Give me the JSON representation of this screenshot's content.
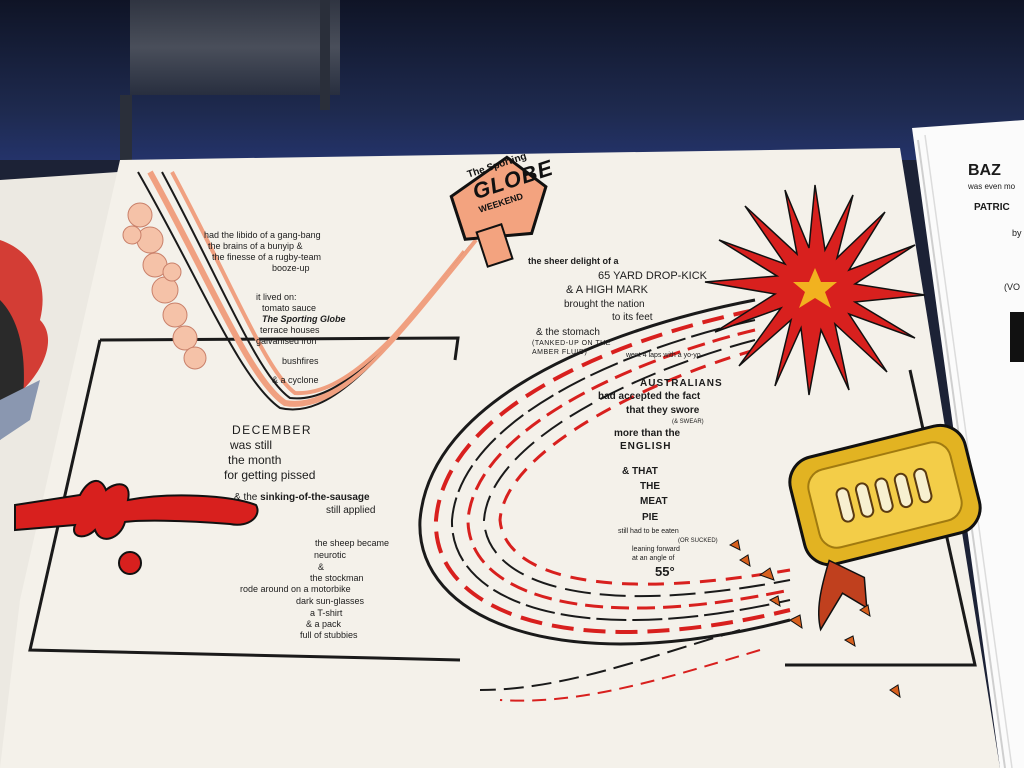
{
  "poster": {
    "left_block": {
      "libido_lines": [
        "had the libido of a gang-bang",
        "the brains of a bunyip &",
        "the finesse of a rugby-team",
        "booze-up"
      ],
      "lived_on_intro": "it lived on:",
      "lived_on_items": [
        "tomato sauce",
        "The Sporting Globe",
        "terrace houses",
        "galvanised iron"
      ],
      "bushfires": "bushfires",
      "cyclone": "& a cyclone"
    },
    "december_block": {
      "heading": "DECEMBER",
      "lines": [
        "was still",
        "the month",
        "for getting pissed"
      ],
      "sausage_prefix": "& the ",
      "sausage_bold": "sinking-of-the-sausage",
      "applied": "still applied"
    },
    "sheep_block": {
      "lines": [
        "the sheep became",
        "neurotic",
        "&",
        "the stockman",
        "rode around on a motorbike",
        "dark sun-glasses",
        "a T-shirt",
        "& a pack",
        "full of stubbies"
      ]
    },
    "sporting_globe_sign": {
      "text_top": "The Sporting",
      "text_main": "GLOBE",
      "text_bottom": "WEEKEND"
    },
    "center_block": {
      "delight": "the sheer delight of a",
      "drop_kick": "65 YARD DROP-KICK",
      "high_mark": "& A HIGH MARK",
      "brought": "brought the nation",
      "feet": "to its feet",
      "stomach": "& the stomach",
      "tanked": "(TANKED-UP ON THE",
      "amber": "AMBER FLUID)",
      "yo_yo": "went 4 laps with a yo-yo"
    },
    "right_block": {
      "australians": "AUSTRALIANS",
      "accepted": "had accepted the fact",
      "swore": "that they swore",
      "swear": "(& SWEAR)",
      "more_than": "more than the",
      "english": "ENGLISH",
      "and_that": "& THAT",
      "the": "THE",
      "meat": "MEAT",
      "pie": "PIE",
      "eaten": "still had to be eaten",
      "sucked": "(OR SUCKED)",
      "leaning": "leaning forward",
      "angle": "at an angle of",
      "degrees": "55°"
    }
  },
  "right_paper": {
    "title": "BAZ",
    "line1": "was even mo",
    "line2": "PATRIC",
    "line3": "by",
    "line4": "(VO"
  },
  "colors": {
    "paper": "#f4f1ea",
    "red": "#d8201e",
    "salmon": "#f0a080",
    "gold": "#e2b322",
    "navy": "#1e2a4f"
  }
}
